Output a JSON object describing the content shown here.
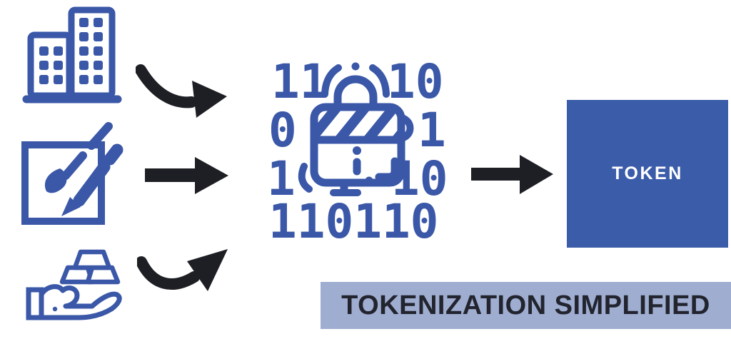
{
  "banner": {
    "title": "TOKENIZATION SIMPLIFIED"
  },
  "token_box": {
    "label": "TOKEN"
  },
  "center_icon": {
    "name": "encrypted-binary-padlock-icon",
    "rows": {
      "r1_left": "11",
      "r1_right": "10",
      "r2_left": "0",
      "r2_right": "1",
      "r3_left": "1",
      "r3_right": "10",
      "r4": "110110"
    }
  },
  "asset_icons": [
    {
      "name": "office-buildings-icon"
    },
    {
      "name": "art-canvas-brush-pen-icon"
    },
    {
      "name": "hand-holding-gold-bars-icon"
    }
  ],
  "arrows": [
    {
      "name": "curved-arrow-top"
    },
    {
      "name": "straight-arrow-middle"
    },
    {
      "name": "curved-arrow-bottom"
    },
    {
      "name": "straight-arrow-to-token"
    }
  ],
  "colors": {
    "brand_blue": "#3a57a8",
    "token_bg": "#3b5ca9",
    "arrow_black": "#1d1f24",
    "banner_bg": "#9fadd1",
    "banner_text": "#22242e",
    "token_text": "#ffffff"
  }
}
